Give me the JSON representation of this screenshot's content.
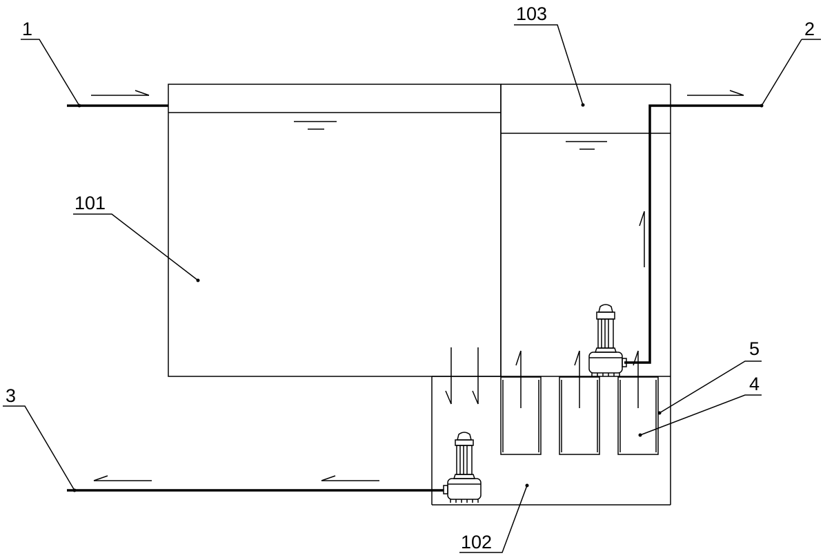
{
  "labels": {
    "label_1": "1",
    "label_2": "2",
    "label_3": "3",
    "label_4": "4",
    "label_5": "5",
    "label_101": "101",
    "label_102": "102",
    "label_103": "103"
  }
}
